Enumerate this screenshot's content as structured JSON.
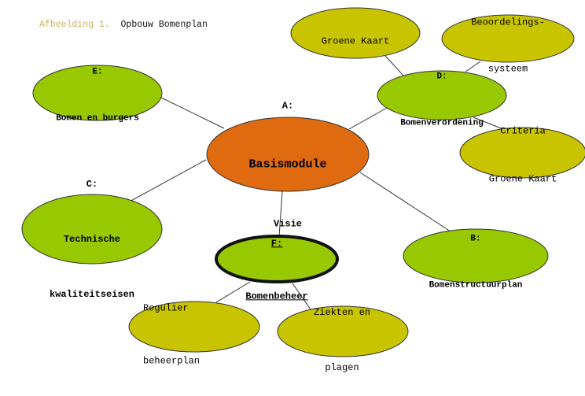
{
  "caption": {
    "label": "Afbeelding 1.",
    "title": "Opbouw Bomenplan"
  },
  "colors": {
    "center": "#e06a10",
    "module": "#97c800",
    "sub": "#c8c400",
    "stroke": "#333333"
  },
  "nodes": {
    "a": {
      "letter": "A:",
      "name": "Basismodule",
      "sub": "Visie"
    },
    "b": {
      "letter": "B:",
      "name": "Bomenstructuurplan"
    },
    "c": {
      "letter": "C:",
      "name1": "Technische",
      "name2": "kwaliteitseisen"
    },
    "d": {
      "letter": "D:",
      "name": "Bomenverordening"
    },
    "e": {
      "letter": "E:",
      "name": "Bomen en burgers"
    },
    "f": {
      "letter": "F:",
      "name": "Bomenbeheer"
    },
    "groene_kaart": {
      "name": "Groene Kaart"
    },
    "beoordelingssysteem": {
      "name1": "Beoordelings-",
      "name2": "systeem"
    },
    "criteria": {
      "name1": "Criteria",
      "name2": "Groene Kaart"
    },
    "regulier": {
      "name1": "Regulier",
      "name2": "beheerplan"
    },
    "ziekten": {
      "name1": "Ziekten en",
      "name2": "plagen"
    }
  }
}
